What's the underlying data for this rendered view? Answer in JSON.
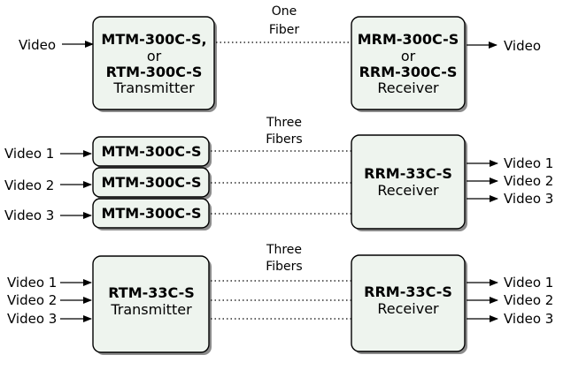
{
  "row1": {
    "caption": [
      "One",
      "Fiber"
    ],
    "input": "Video",
    "output": "Video",
    "tx": {
      "lines": [
        "MTM-300C-S,",
        "or",
        "RTM-300C-S",
        "Transmitter"
      ]
    },
    "rx": {
      "lines": [
        "MRM-300C-S",
        "or",
        "RRM-300C-S",
        "Receiver"
      ]
    }
  },
  "row2": {
    "caption": [
      "Three",
      "Fibers"
    ],
    "inputs": [
      "Video 1",
      "Video 2",
      "Video 3"
    ],
    "tx_modules": [
      "MTM-300C-S",
      "MTM-300C-S",
      "MTM-300C-S"
    ],
    "rx": {
      "lines": [
        "RRM-33C-S",
        "Receiver"
      ]
    },
    "outputs": [
      "Video 1",
      "Video 2",
      "Video 3"
    ]
  },
  "row3": {
    "caption": [
      "Three",
      "Fibers"
    ],
    "inputs": [
      "Video 1",
      "Video 2",
      "Video 3"
    ],
    "tx": {
      "lines": [
        "RTM-33C-S",
        "Transmitter"
      ]
    },
    "rx": {
      "lines": [
        "RRM-33C-S",
        "Receiver"
      ]
    },
    "outputs": [
      "Video 1",
      "Video 2",
      "Video 3"
    ]
  }
}
